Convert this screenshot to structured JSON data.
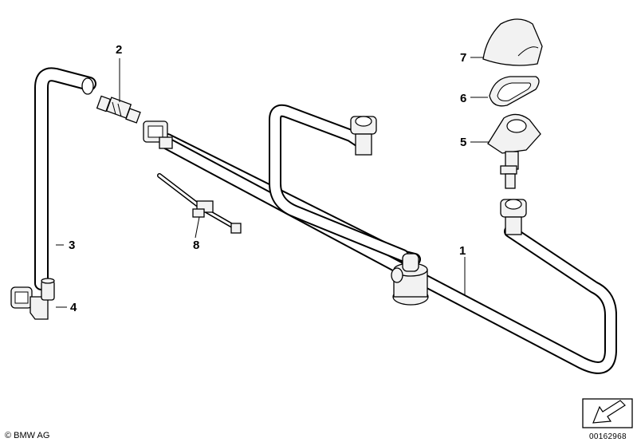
{
  "callouts": {
    "c1": "1",
    "c2": "2",
    "c3": "3",
    "c4": "4",
    "c5": "5",
    "c6": "6",
    "c7": "7",
    "c8": "8"
  },
  "footer": {
    "copyright": "© BMW AG",
    "diagram_id": "00162968"
  },
  "icons": {
    "orientation": "arrow-icon"
  },
  "colors": {
    "line": "#000000",
    "fill": "#f2f2f2",
    "background": "#ffffff"
  }
}
